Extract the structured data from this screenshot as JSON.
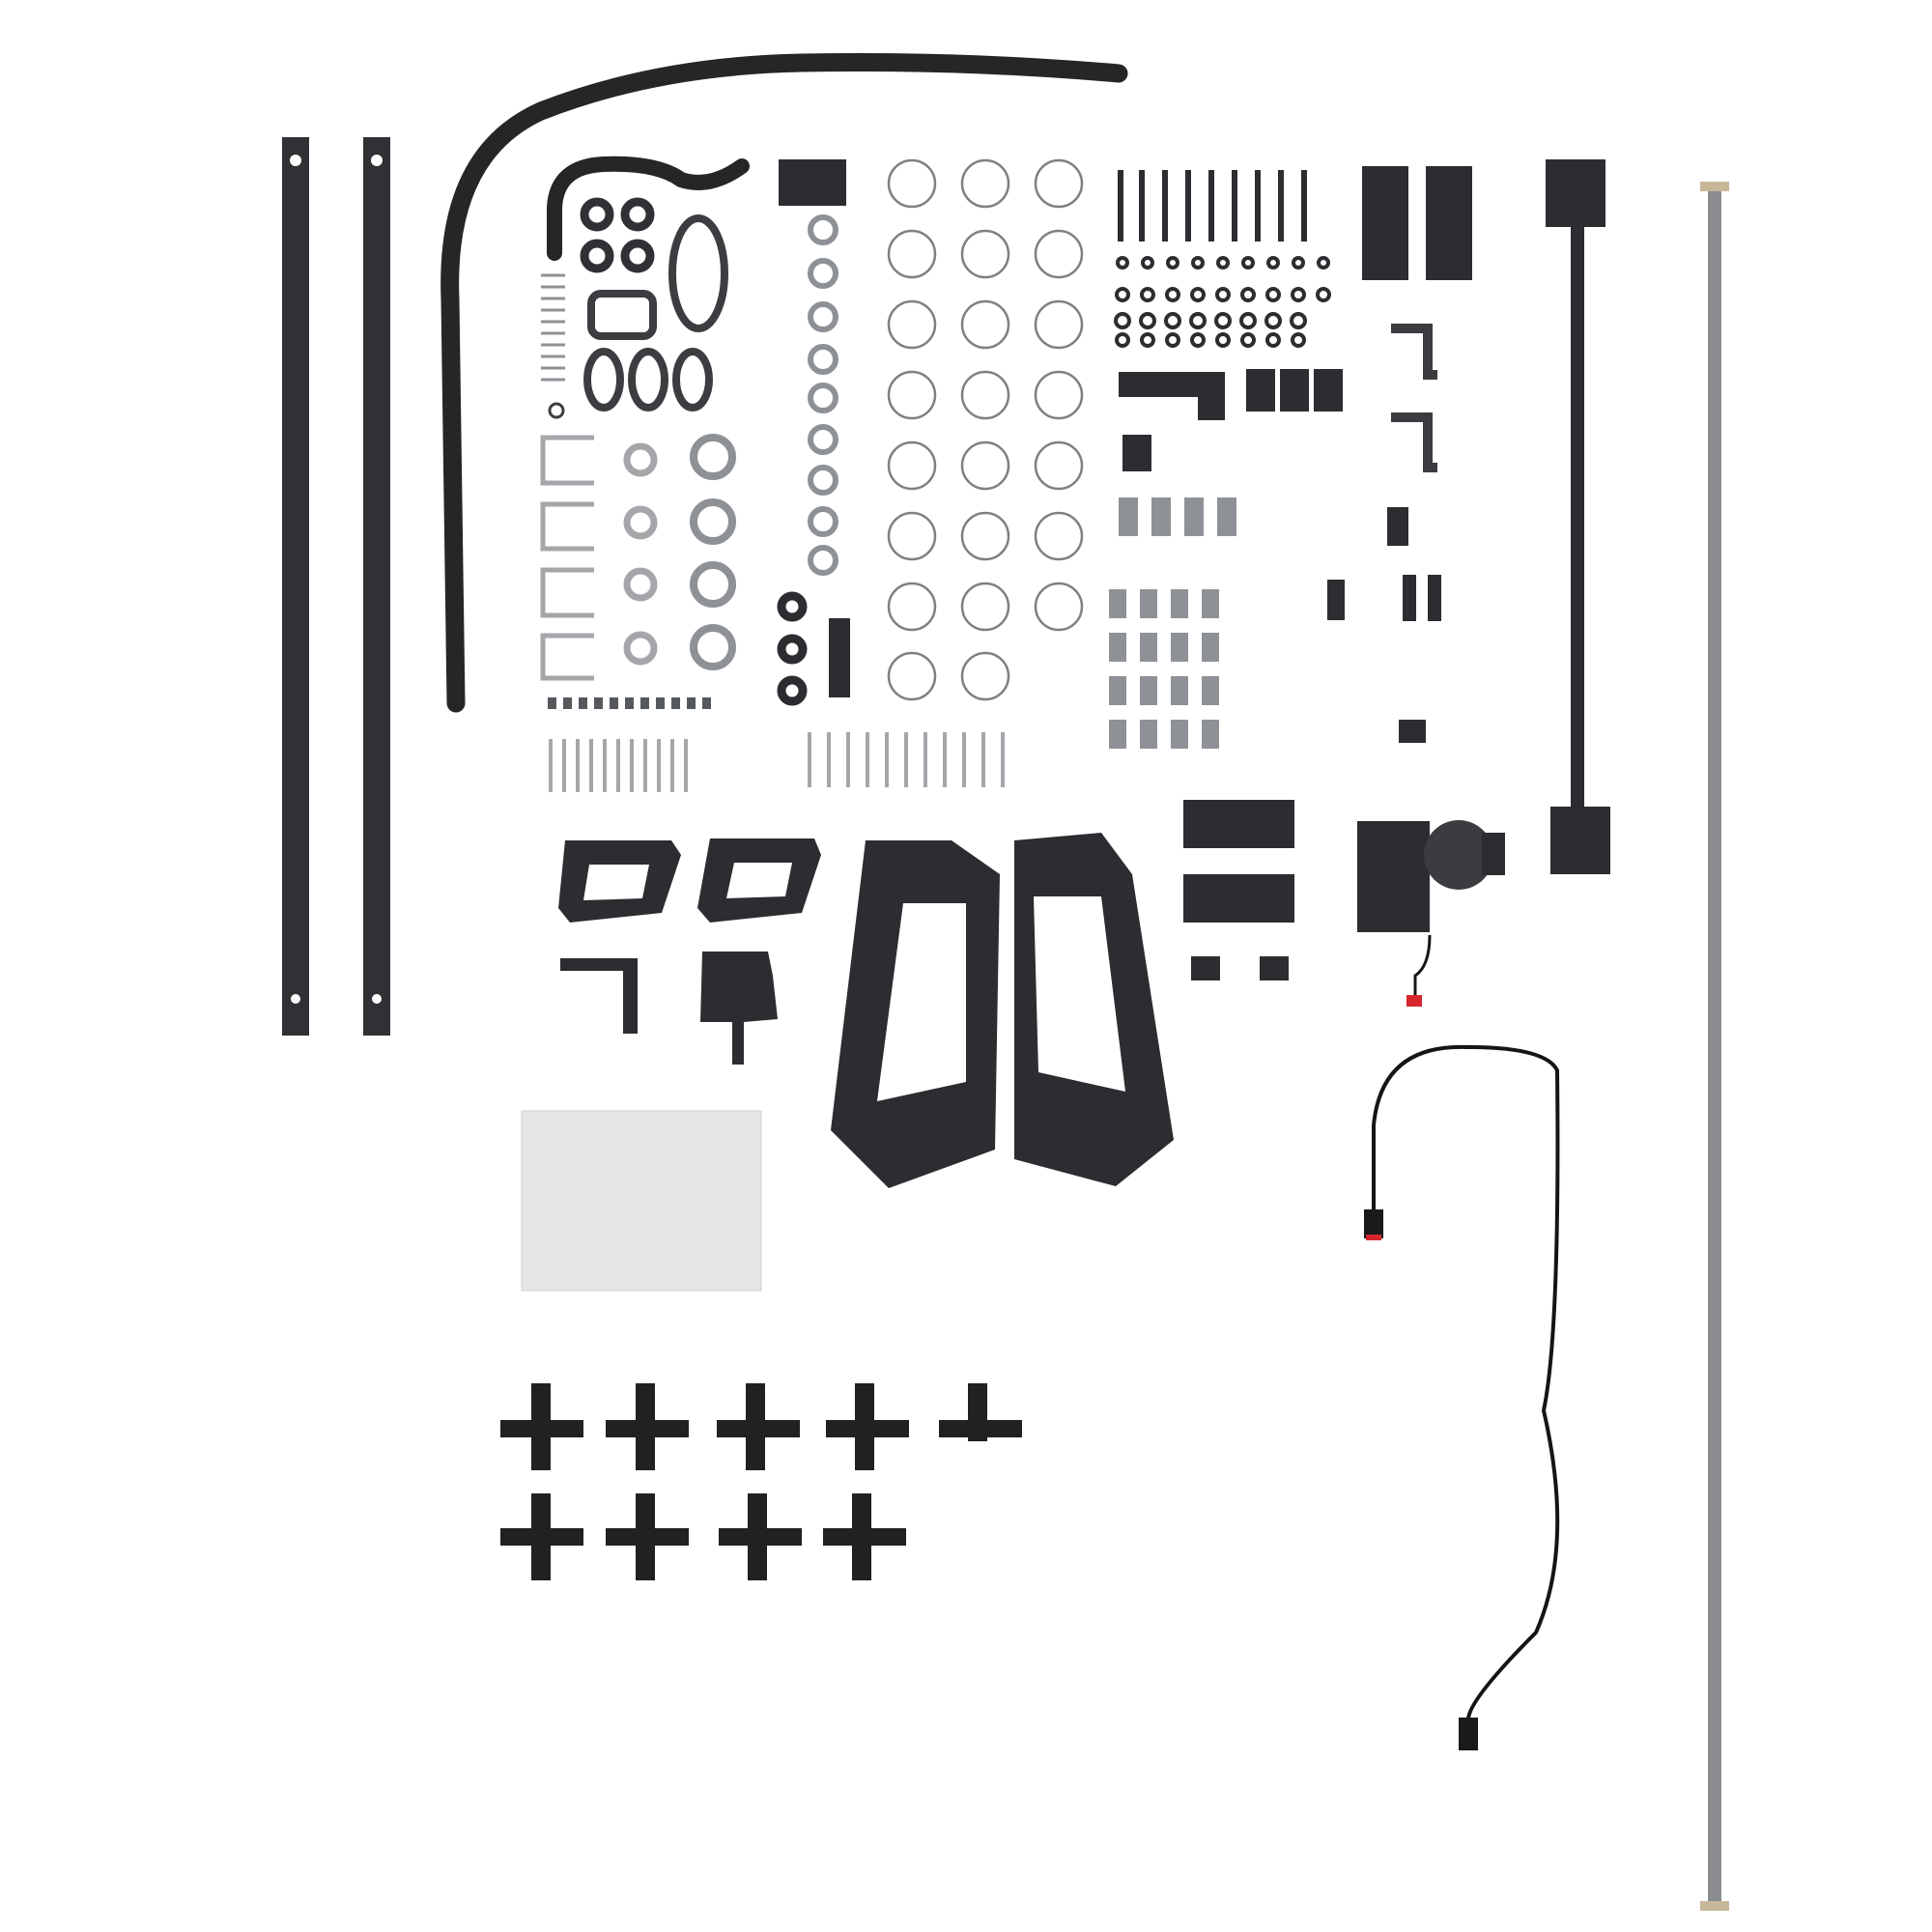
{
  "scene": {
    "description_visible": false,
    "colors": {
      "background": "#ffffff",
      "metal_dark": "#2b2d30",
      "metal_mid": "#3a3c40",
      "hardware": "#8e9196",
      "hardware_light": "#c9cbce",
      "rod": "#8a8c8f",
      "rod_cap": "#c8b89a",
      "foam_pad": "#e6e6e6",
      "connector_red": "#d8262e",
      "cable": "#151515"
    },
    "groups": [
      {
        "name": "long-flat-bars",
        "count": 2
      },
      {
        "name": "curved-hose",
        "count": 1
      },
      {
        "name": "short-hose",
        "count": 1
      },
      {
        "name": "rubber-grommets-small",
        "count": 6
      },
      {
        "name": "rubber-gaskets-oval",
        "count": 5
      },
      {
        "name": "u-bolts",
        "count": 4
      },
      {
        "name": "washers-large",
        "count": 4
      },
      {
        "name": "hose-clamps",
        "count": 16
      },
      {
        "name": "zip-loops",
        "count": 23
      },
      {
        "name": "bolts-long",
        "count": 11
      },
      {
        "name": "nuts-washers-grid",
        "count": 48
      },
      {
        "name": "mounting-plates-small",
        "count": 2
      },
      {
        "name": "t-bracket-long",
        "count": 1
      },
      {
        "name": "steel-rod",
        "count": 1
      },
      {
        "name": "gasket-plates",
        "count": 2
      },
      {
        "name": "large-side-panels",
        "count": 2
      },
      {
        "name": "foam-pad",
        "count": 1
      },
      {
        "name": "pump-assembly",
        "count": 1
      },
      {
        "name": "wiring-harness",
        "count": 1
      },
      {
        "name": "t-clips",
        "count": 9
      }
    ]
  }
}
